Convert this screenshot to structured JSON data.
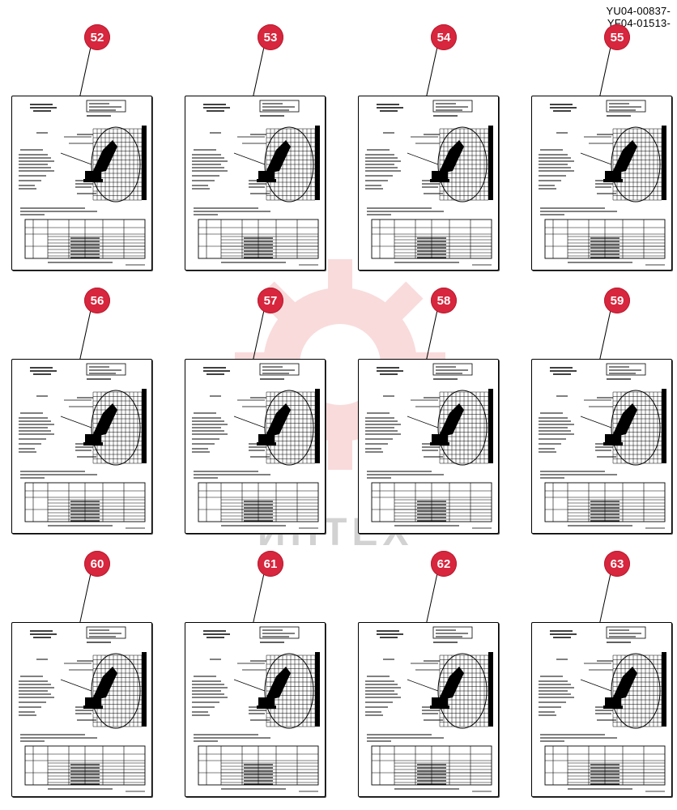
{
  "codes": [
    "YU04-00837-",
    "YF04-01513-"
  ],
  "watermark_text": "ИНТЕХ",
  "callouts": [
    "52",
    "53",
    "54",
    "55",
    "56",
    "57",
    "58",
    "59",
    "60",
    "61",
    "62",
    "63"
  ]
}
